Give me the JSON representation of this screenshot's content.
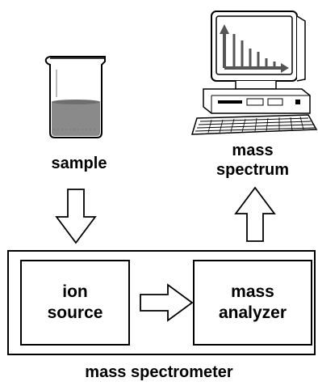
{
  "labels": {
    "sample": "sample",
    "mass_spectrum_line1": "mass",
    "mass_spectrum_line2": "spectrum",
    "ion_source_line1": "ion",
    "ion_source_line2": "source",
    "mass_analyzer_line1": "mass",
    "mass_analyzer_line2": "analyzer",
    "instrument": "mass spectrometer"
  },
  "icons": {
    "beaker": "beaker-icon",
    "computer": "computer-icon",
    "arrow_down": "arrow-down-icon",
    "arrow_right": "arrow-right-icon",
    "arrow_up": "arrow-up-icon"
  },
  "colors": {
    "stroke": "#000000",
    "liquid": "#8a8a8a",
    "screen": "#ffffff",
    "spectrum": "#555555"
  }
}
